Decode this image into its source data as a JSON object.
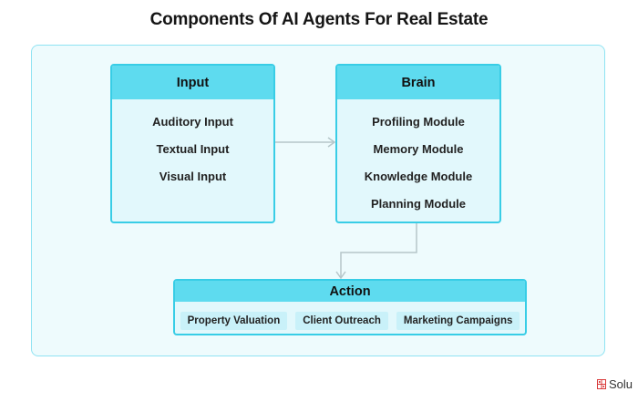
{
  "title": "Components Of AI Agents For Real Estate",
  "colors": {
    "panel_bg": "#eefbfd",
    "box_border": "#38cde6",
    "box_header": "#5edbef",
    "box_body": "#e2f8fc",
    "pill_bg": "#c9f1f9",
    "arrow": "#b5c6c9",
    "brand_red": "#d93a3a"
  },
  "boxes": {
    "input": {
      "label": "Input",
      "items": [
        "Auditory Input",
        "Textual Input",
        "Visual Input"
      ]
    },
    "brain": {
      "label": "Brain",
      "items": [
        "Profiling Module",
        "Memory Module",
        "Knowledge Module",
        "Planning Module"
      ]
    },
    "action": {
      "label": "Action",
      "items": [
        "Property Valuation",
        "Client Outreach",
        "Marketing Campaigns"
      ]
    }
  },
  "edges": [
    {
      "from": "Input",
      "to": "Brain"
    },
    {
      "from": "Brain",
      "to": "Action"
    }
  ],
  "brand": {
    "text": "Solu",
    "icon": "solulab-logo-icon"
  }
}
